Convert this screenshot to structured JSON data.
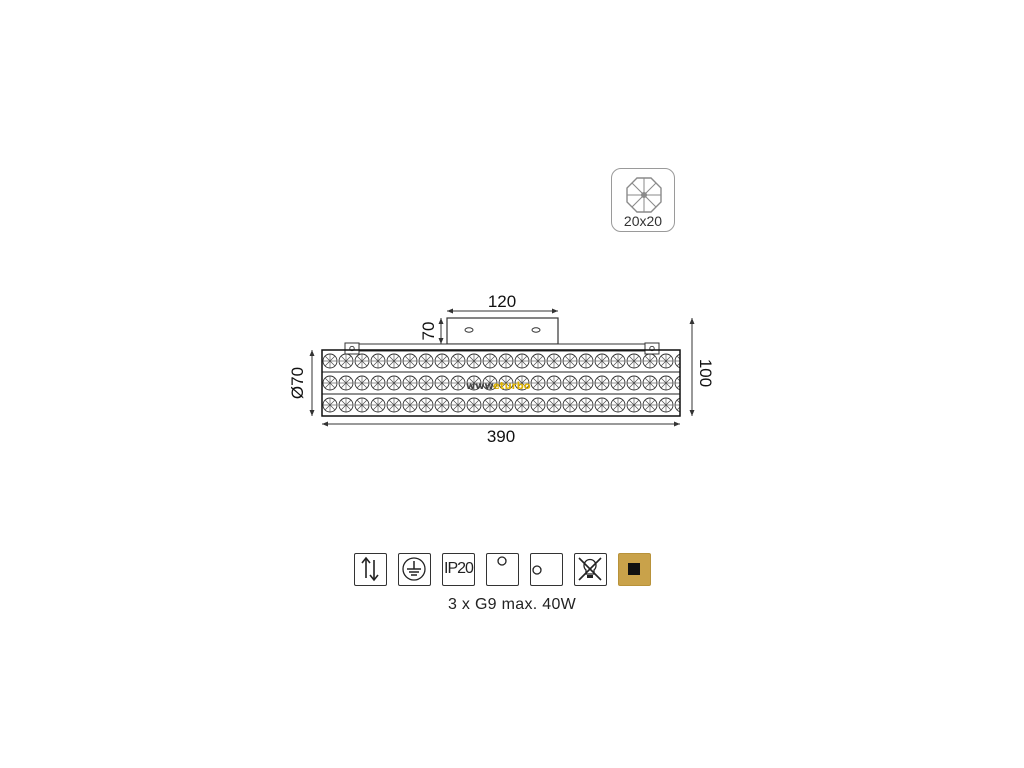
{
  "crystal_badge": {
    "size_label": "20x20",
    "icon": "octagon-crystal-icon"
  },
  "dimensions": {
    "top_width": "120",
    "mount_height": "70",
    "diameter": "Ø70",
    "total_height": "100",
    "total_length": "390"
  },
  "watermark": {
    "text": "www.eturbo"
  },
  "icons": [
    {
      "name": "height-adjustable-icon"
    },
    {
      "name": "earth-ground-icon"
    },
    {
      "name": "ip-rating-icon",
      "label": "IP20"
    },
    {
      "name": "ceiling-mount-icon"
    },
    {
      "name": "wall-mount-icon"
    },
    {
      "name": "not-dimmable-icon"
    },
    {
      "name": "gold-finish-swatch",
      "color": "#c9a24a"
    }
  ],
  "spec": {
    "text": "3 x G9 max. 40W"
  }
}
